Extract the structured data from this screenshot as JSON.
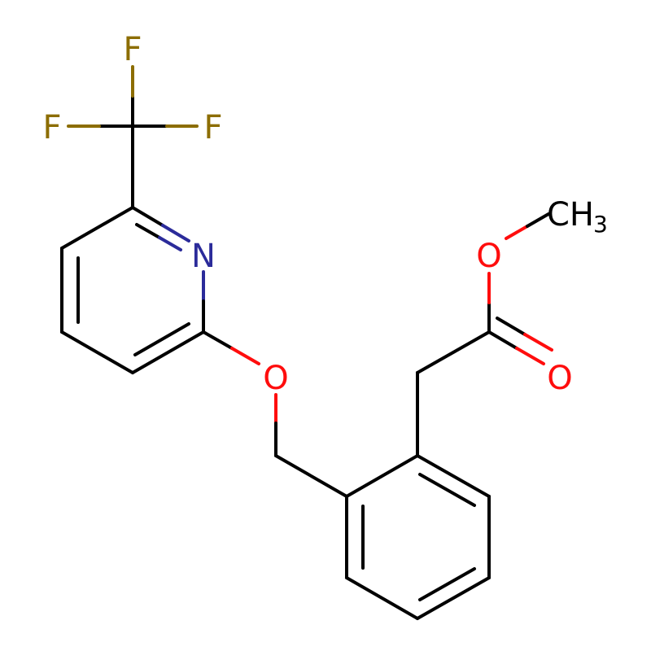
{
  "colors": {
    "bond": "#000000",
    "fluorine": "#8c6d00",
    "nitrogen": "#2b2b9a",
    "oxygen": "#ff0d0d",
    "carbon_label": "#000000",
    "background": "#ffffff"
  },
  "atoms": {
    "f_top": "F",
    "f_left": "F",
    "f_right": "F",
    "n_pyridine": "N",
    "o_ether": "O",
    "o_ester": "O",
    "o_carbonyl": "O",
    "methyl_main": "CH",
    "methyl_sub": "3"
  }
}
